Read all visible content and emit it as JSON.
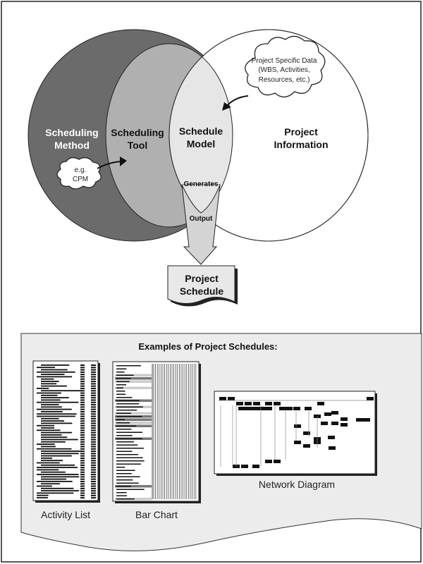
{
  "diagram": {
    "scheduling_method": [
      "Scheduling",
      "Method"
    ],
    "scheduling_tool": [
      "Scheduling",
      "Tool"
    ],
    "schedule_model": [
      "Schedule",
      "Model"
    ],
    "project_information": [
      "Project",
      "Information"
    ],
    "cloud_project_data": [
      "Project Specific Data",
      "(WBS, Activities,",
      "Resources, etc.)"
    ],
    "cloud_method": [
      "e.g.",
      "CPM"
    ],
    "generates": "Generates",
    "output": "Output",
    "project_schedule": [
      "Project",
      "Schedule"
    ]
  },
  "examples": {
    "title": "Examples of Project Schedules:",
    "activity_list": "Activity List",
    "bar_chart": "Bar Chart",
    "network_diagram": "Network Diagram"
  },
  "colors": {
    "method": "#6b6b6b",
    "tool": "#b0b0b0",
    "model": "#e6e6e6",
    "panel": "#ececec"
  }
}
